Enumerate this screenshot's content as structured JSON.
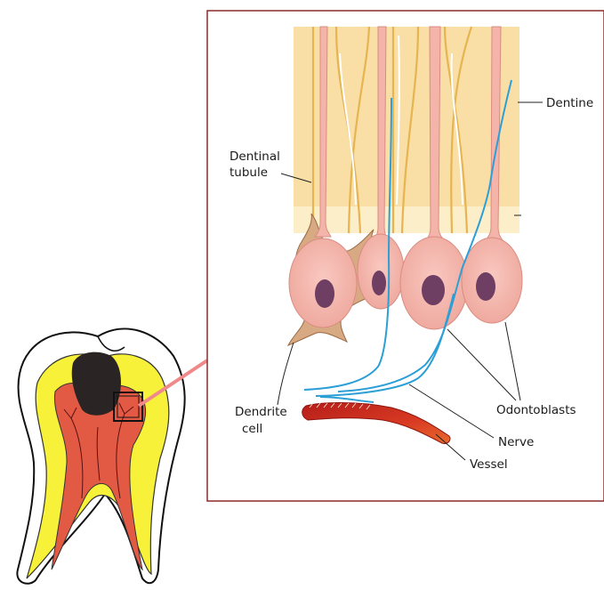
{
  "labels": {
    "dentine": "Dentine",
    "dentinal_tubule_line1": "Dentinal",
    "dentinal_tubule_line2": "tubule",
    "dendrite_cell_line1": "Dendrite",
    "dendrite_cell_line2": "cell",
    "odontoblasts": "Odontoblasts",
    "nerve": "Nerve",
    "vessel": "Vessel"
  },
  "colors": {
    "frame_border": "#8b2a2a",
    "dentine_fill": "#f9dfa6",
    "dentine_band": "#fbeec8",
    "odontoblast_fill": "#f4b4aa",
    "odontoblast_nucleus": "#6e3e63",
    "dendrite_cell_fill": "#d8aa84",
    "nerve_line": "#2c9fd6",
    "vessel_fill": "#c9281f",
    "enamel_fill": "#ffffff",
    "tooth_dentine_fill": "#f7f139",
    "pulp_fill": "#e35a44",
    "caries_fill": "#2b2424",
    "zoom_line": "#f08a8a"
  }
}
